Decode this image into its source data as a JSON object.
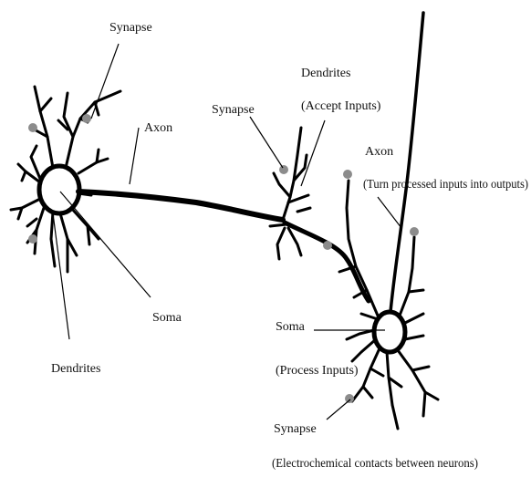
{
  "colors": {
    "ink": "#000000",
    "synapse_dot": "#8c8c8c",
    "background": "#ffffff"
  },
  "labels": {
    "synapse_top": "Synapse",
    "axon_left": "Axon",
    "soma_left": "Soma",
    "dendrites_left": "Dendrites",
    "synapse_mid": "Synapse",
    "dendrites_right_title": "Dendrites",
    "dendrites_right_sub": "(Accept Inputs)",
    "axon_right_title": "Axon",
    "axon_right_sub": "(Turn processed inputs into outputs)",
    "soma_right_title": "Soma",
    "soma_right_sub": "(Process Inputs)",
    "synapse_bottom_title": "Synapse",
    "synapse_bottom_sub": "(Electrochemical contacts between neurons)"
  }
}
